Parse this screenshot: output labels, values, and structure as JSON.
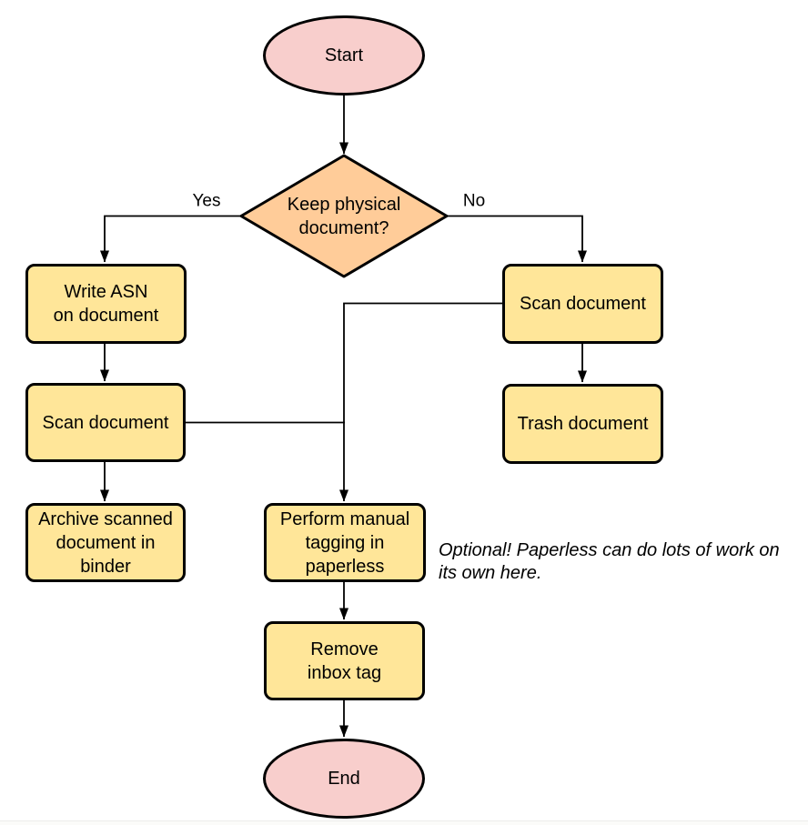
{
  "diagram": {
    "type": "flowchart",
    "colors": {
      "terminal_fill": "#f8cecc",
      "decision_fill": "#ffcc99",
      "process_fill": "#ffe699",
      "stroke": "#000000",
      "text": "#000000",
      "background": "#ffffff"
    },
    "nodes": {
      "start": {
        "shape": "terminal",
        "label": "Start"
      },
      "decision": {
        "shape": "decision",
        "label": "Keep physical\ndocument?"
      },
      "write_asn": {
        "shape": "process",
        "label": "Write ASN\non document"
      },
      "scan_left": {
        "shape": "process",
        "label": "Scan document"
      },
      "archive": {
        "shape": "process",
        "label": "Archive scanned\ndocument in\nbinder"
      },
      "scan_right": {
        "shape": "process",
        "label": "Scan document"
      },
      "trash": {
        "shape": "process",
        "label": "Trash document"
      },
      "perform": {
        "shape": "process",
        "label": "Perform manual\ntagging in\npaperless"
      },
      "remove": {
        "shape": "process",
        "label": "Remove\ninbox tag"
      },
      "end": {
        "shape": "terminal",
        "label": "End"
      }
    },
    "edges": [
      {
        "from": "start",
        "to": "decision",
        "label": ""
      },
      {
        "from": "decision",
        "to": "write_asn",
        "label": "Yes"
      },
      {
        "from": "decision",
        "to": "scan_right",
        "label": "No"
      },
      {
        "from": "write_asn",
        "to": "scan_left",
        "label": ""
      },
      {
        "from": "scan_left",
        "to": "archive",
        "label": ""
      },
      {
        "from": "scan_right",
        "to": "trash",
        "label": ""
      },
      {
        "from": "scan_right",
        "to": "perform",
        "label": ""
      },
      {
        "from": "scan_left",
        "to": "perform",
        "label": ""
      },
      {
        "from": "perform",
        "to": "remove",
        "label": ""
      },
      {
        "from": "remove",
        "to": "end",
        "label": ""
      }
    ],
    "annotation": {
      "text": "Optional! Paperless can do lots of work on\nits own here."
    }
  }
}
